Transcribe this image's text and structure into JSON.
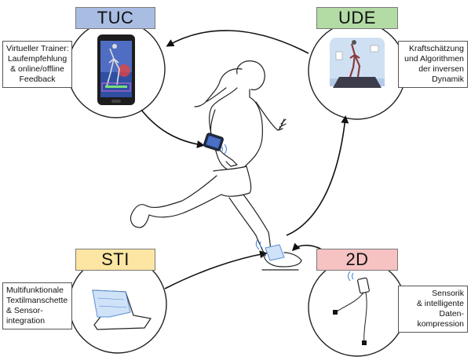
{
  "partners": {
    "tuc": {
      "label": "TUC",
      "color": "#a9bde3",
      "description": [
        "Virtueller Trainer:",
        "Laufempfehlung",
        "& online/offline",
        "Feedback"
      ]
    },
    "ude": {
      "label": "UDE",
      "color": "#b3dba4",
      "description": [
        "Kraftschätzung",
        "und Algorithmen",
        "der inversen",
        "Dynamik"
      ]
    },
    "sti": {
      "label": "STI",
      "color": "#fde6a3",
      "description": [
        "Multifunktionale",
        "Textilmanschette",
        "& Sensor-",
        "integration"
      ]
    },
    "twod": {
      "label": "2D",
      "color": "#f6c2c2",
      "description": [
        "Sensorik",
        "& intelligente",
        "Daten-",
        "kompression"
      ]
    }
  },
  "colors": {
    "accent_blue": "#5b8fd6",
    "sleeve_blue": "#cfe2f7",
    "outline": "#222222"
  }
}
